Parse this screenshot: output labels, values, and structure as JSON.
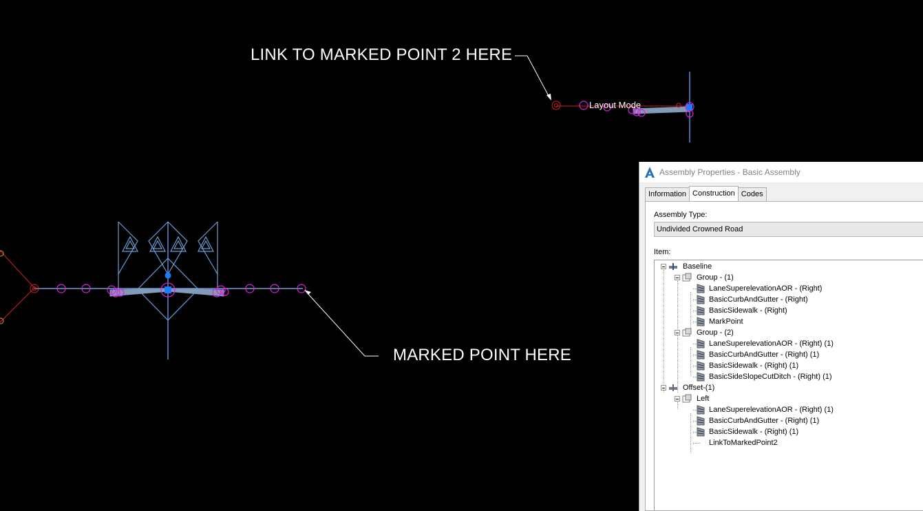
{
  "canvas": {
    "background": "#000000",
    "annotations": {
      "link_to_marked_point": "LINK TO MARKED POINT 2 HERE",
      "marked_point": "MARKED POINT HERE",
      "layout_mode": "Layout Mode"
    },
    "colors": {
      "assembly_line": "#6a9fd8",
      "marker": "#e020e0",
      "baseline_marker": "#d02020",
      "grip": "#1e7cff",
      "subassembly_fill": "#8a98b0",
      "vertical_axis": "#5a8ad8",
      "side_marker": "#e0a020",
      "leader": "#ffffff"
    }
  },
  "dialog": {
    "title": "Assembly Properties - Basic Assembly",
    "app_icon": "autocad-a-icon",
    "tabs": [
      {
        "label": "Information",
        "active": false
      },
      {
        "label": "Construction",
        "active": true
      },
      {
        "label": "Codes",
        "active": false
      }
    ],
    "assembly_type_label": "Assembly Type:",
    "assembly_type_value": "Undivided Crowned Road",
    "item_label": "Item:",
    "tree": [
      {
        "label": "Baseline",
        "icon": "baseline-icon"
      },
      {
        "label": "Group - (1)",
        "icon": "group-icon"
      },
      {
        "label": "LaneSuperelevationAOR - (Right)",
        "icon": "subassembly-icon"
      },
      {
        "label": "BasicCurbAndGutter - (Right)",
        "icon": "subassembly-icon"
      },
      {
        "label": "BasicSidewalk - (Right)",
        "icon": "subassembly-icon"
      },
      {
        "label": "MarkPoint",
        "icon": "subassembly-icon"
      },
      {
        "label": "Group - (2)",
        "icon": "group-icon"
      },
      {
        "label": "LaneSuperelevationAOR - (Right) (1)",
        "icon": "subassembly-icon"
      },
      {
        "label": "BasicCurbAndGutter - (Right) (1)",
        "icon": "subassembly-icon"
      },
      {
        "label": "BasicSidewalk - (Right) (1)",
        "icon": "subassembly-icon"
      },
      {
        "label": "BasicSideSlopeCutDitch - (Right) (1)",
        "icon": "subassembly-icon"
      },
      {
        "label": "Offset-(1)",
        "icon": "offset-icon"
      },
      {
        "label": "Left",
        "icon": "group-icon"
      },
      {
        "label": "LaneSuperelevationAOR - (Right) (1)",
        "icon": "subassembly-icon"
      },
      {
        "label": "BasicCurbAndGutter - (Right) (1)",
        "icon": "subassembly-icon"
      },
      {
        "label": "BasicSidewalk - (Right) (1)",
        "icon": "subassembly-icon"
      },
      {
        "label": "LinkToMarkedPoint2",
        "icon": "subassembly-icon"
      }
    ]
  }
}
